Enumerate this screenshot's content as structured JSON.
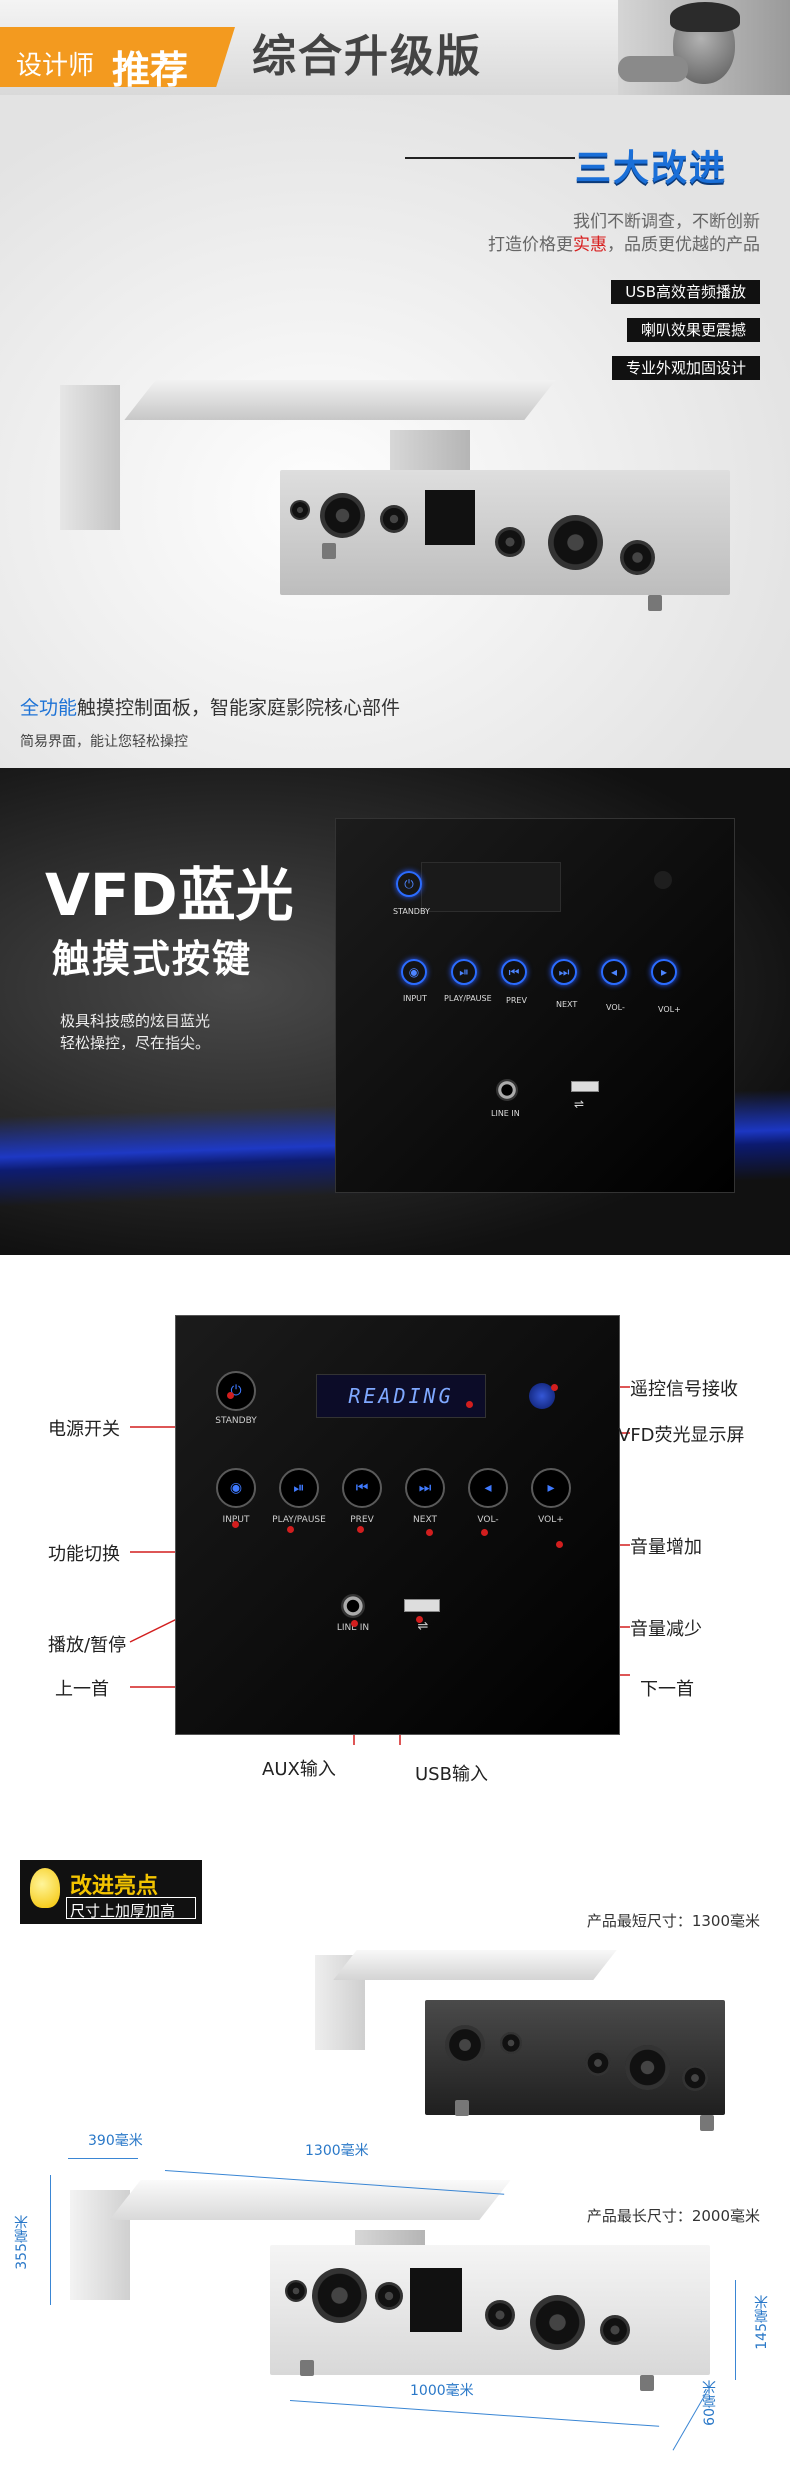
{
  "banner": {
    "tag_a": "设计师",
    "tag_b": "推荐",
    "title": "综合升级版"
  },
  "improvements": {
    "headline": "三大改进",
    "line1": "我们不断调查，不断创新",
    "line2_pre": "打造价格更",
    "line2_red": "实惠",
    "line2_post": "，品质更优越的产品",
    "points": [
      "USB高效音频播放",
      "喇叭效果更震撼",
      "专业外观加固设计"
    ],
    "feature_blue": "全功能",
    "feature_rest": "触摸控制面板，智能家庭影院核心部件",
    "feature_sub": "简易界面，能让您轻松操控"
  },
  "vfd": {
    "title_a": "VFD蓝光",
    "title_b": "触摸式按键",
    "desc1": "极具科技感的炫目蓝光",
    "desc2": "轻松操控，尽在指尖。",
    "standby_label": "STANDBY",
    "buttons": [
      "INPUT",
      "PLAY/PAUSE",
      "PREV",
      "NEXT",
      "VOL-",
      "VOL+"
    ],
    "line_in_label": "LINE IN"
  },
  "panel": {
    "display_text": "READING",
    "standby_label": "STANDBY",
    "buttons": [
      "INPUT",
      "PLAY/PAUSE",
      "PREV",
      "NEXT",
      "VOL-",
      "VOL+"
    ],
    "line_in_label": "LINE IN",
    "callouts": {
      "power": "电源开关",
      "function": "功能切换",
      "play": "播放/暂停",
      "prev": "上一首",
      "aux": "AUX输入",
      "usb": "USB输入",
      "ir": "遥控信号接收",
      "vfd": "VFD荧光显示屏",
      "vol_up": "音量增加",
      "vol_down": "音量减少",
      "next": "下一首"
    }
  },
  "dimensions": {
    "badge_title": "改进亮点",
    "badge_sub": "尺寸上加厚加高",
    "min_note": "产品最短尺寸：1300毫米",
    "max_note": "产品最长尺寸：2000毫米",
    "d390": "390毫米",
    "d1300": "1300毫米",
    "d355": "355毫米",
    "d145": "145毫米",
    "d1000": "1000毫米",
    "d60": "60毫米"
  },
  "colors": {
    "accent_orange": "#f39a1f",
    "accent_blue": "#1e73d6",
    "callout_red": "#d21e1e",
    "badge_yellow": "#f3c400"
  }
}
